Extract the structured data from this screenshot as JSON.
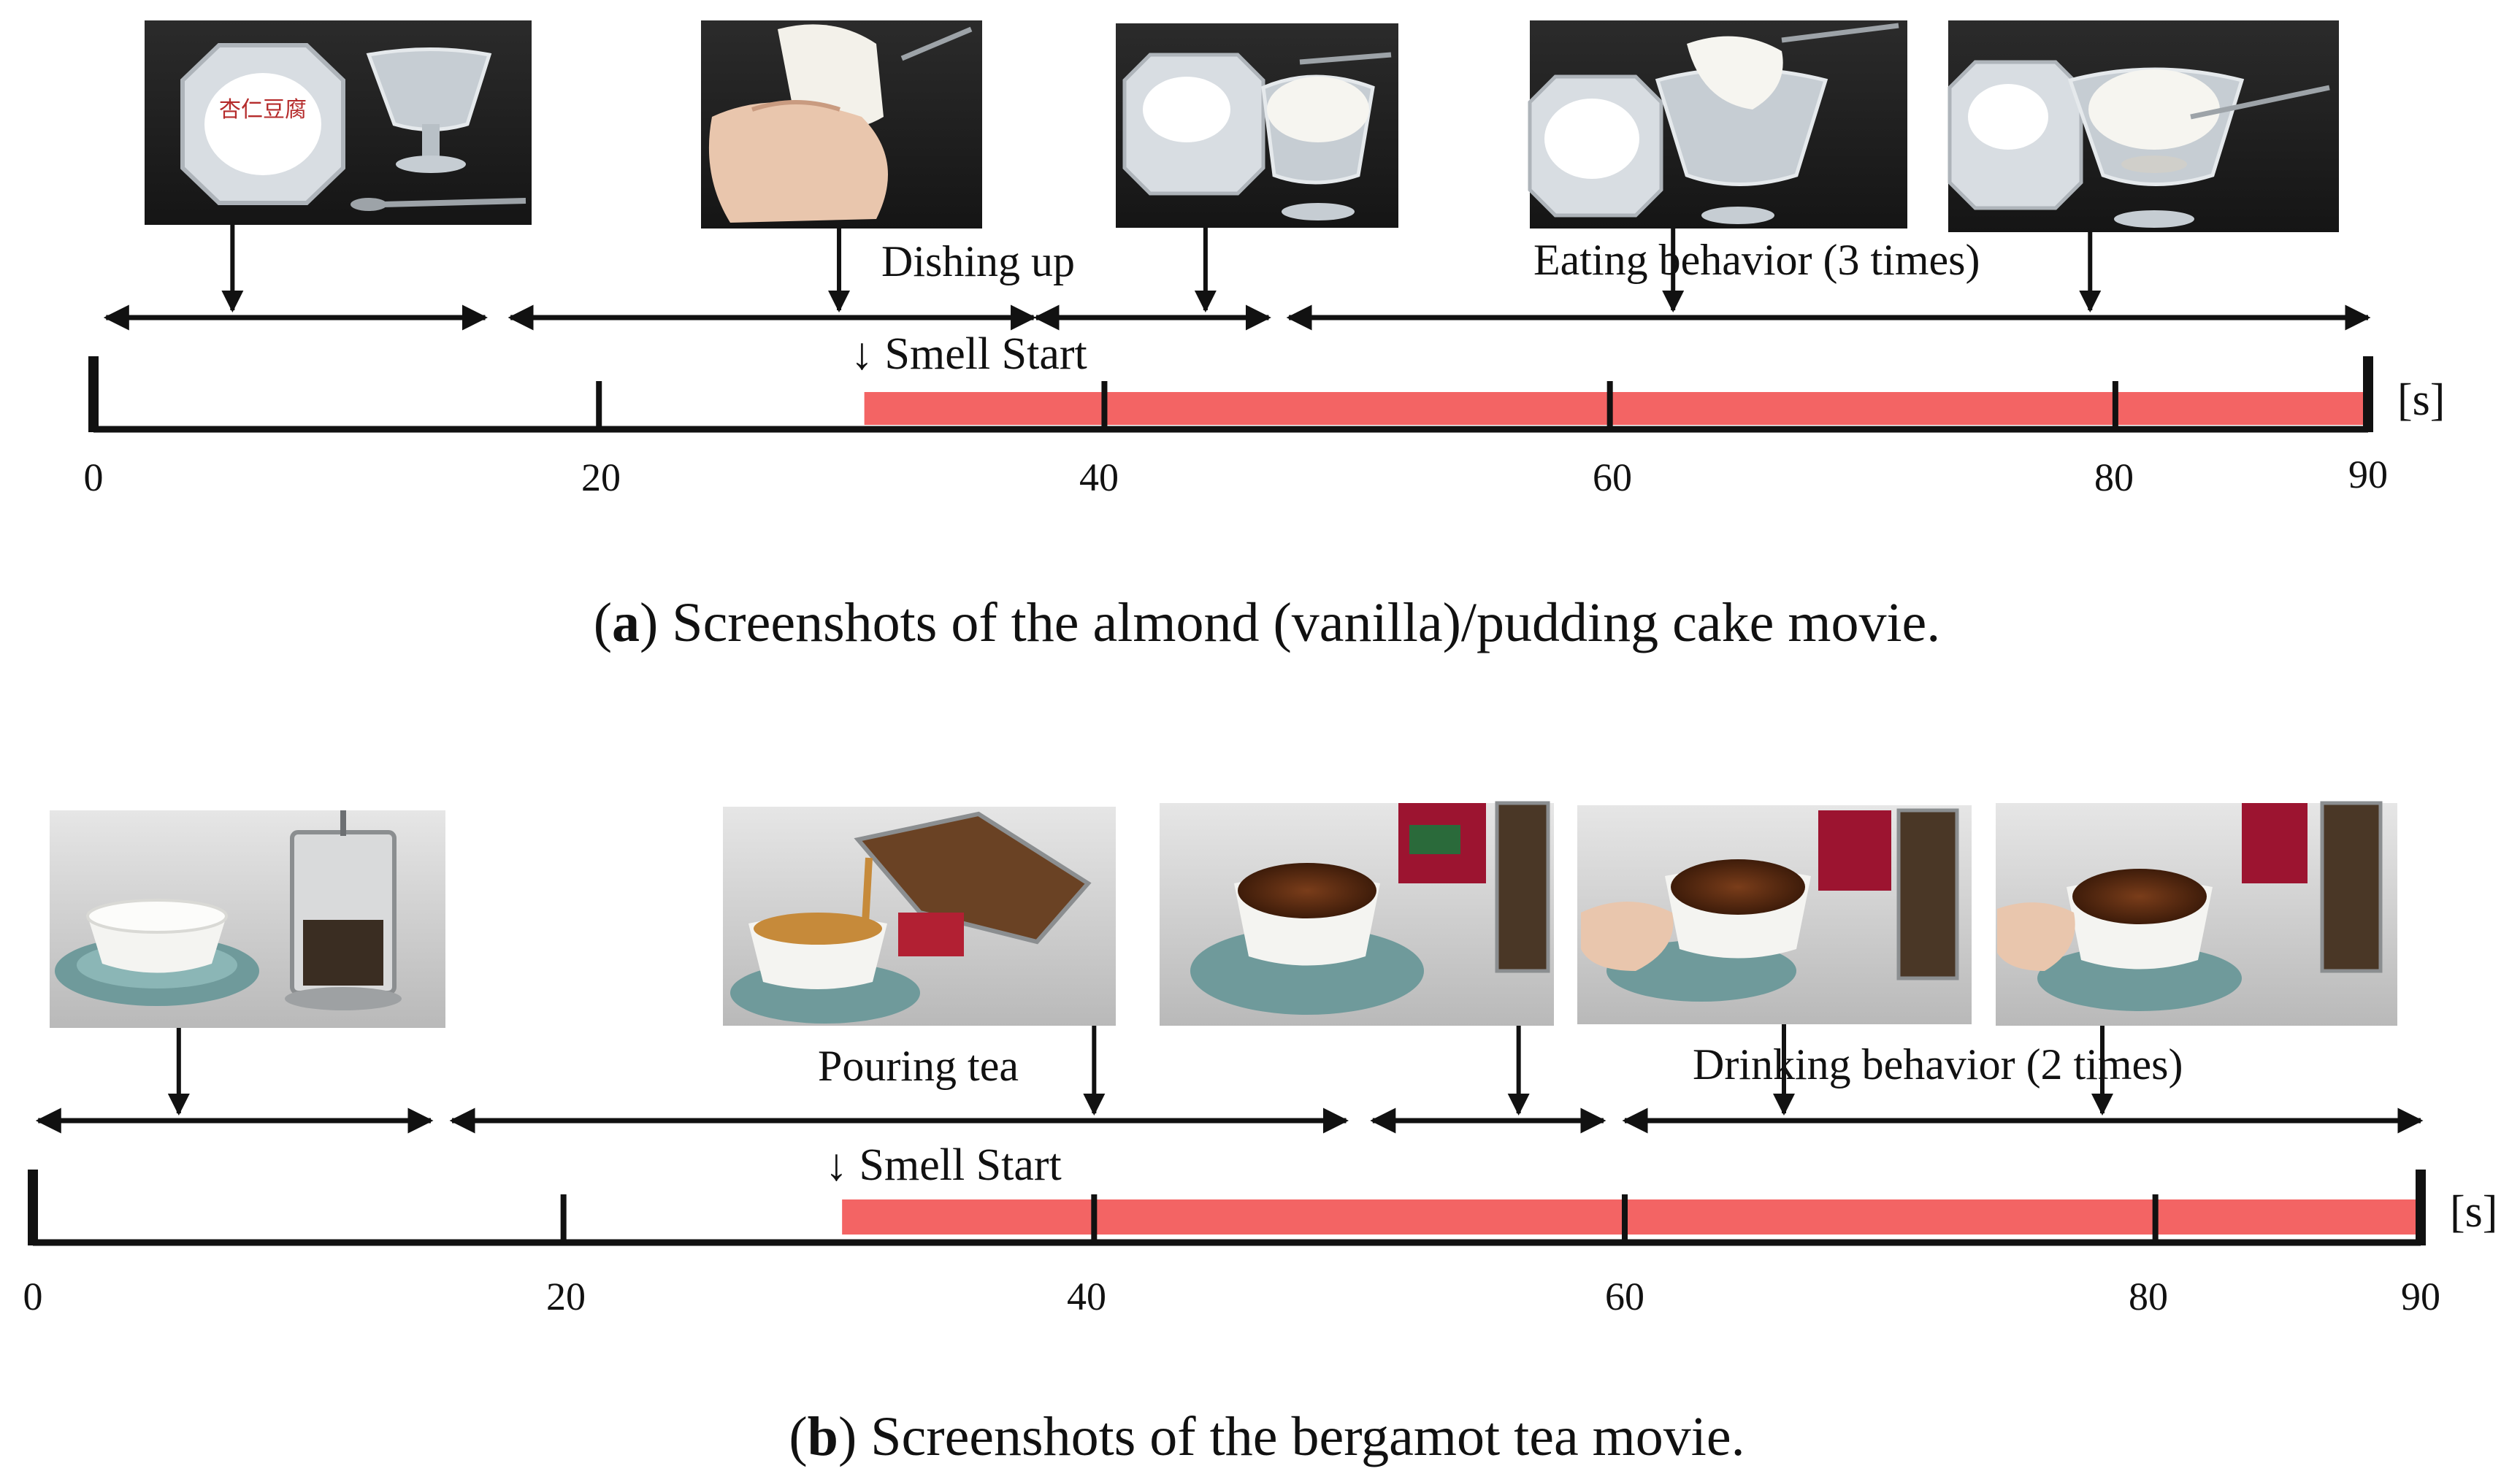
{
  "panel_a": {
    "phase_labels": {
      "dishing": "Dishing  up",
      "eating": "Eating  behavior (3 times)"
    },
    "smell_label": "↓ Smell Start",
    "unit": "[s]",
    "ticks": [
      "0",
      "20",
      "40",
      "60",
      "80",
      "90"
    ],
    "caption_prefix": "(",
    "caption_letter": "a",
    "caption_rest": ") Screenshots of the almond (vanilla)/pudding cake movie.",
    "smell_start_s": 30.5,
    "smell_end_s": 90,
    "images": [
      {
        "icon": "pudding-package-and-glass-bowl-icon",
        "time_s": 5.5
      },
      {
        "icon": "hand-dishing-pudding-icon",
        "time_s": 29.5
      },
      {
        "icon": "pudding-in-glass-bowl-icon",
        "time_s": 44
      },
      {
        "icon": "spoon-scooping-pudding-icon",
        "time_s": 62.5
      },
      {
        "icon": "spoon-scooping-pudding-icon",
        "time_s": 79
      }
    ],
    "phases_s": [
      [
        0.5,
        15.5
      ],
      [
        16.5,
        37.2
      ],
      [
        37.3,
        46.5
      ],
      [
        47.3,
        90
      ]
    ]
  },
  "panel_b": {
    "phase_labels": {
      "pouring": "Pouring tea",
      "drinking": "Drinking behavior  (2 times)"
    },
    "smell_label": "↓ Smell Start",
    "unit": "[s]",
    "ticks": [
      "0",
      "20",
      "40",
      "60",
      "80",
      "90"
    ],
    "caption_prefix": "(",
    "caption_letter": "b",
    "caption_rest": ") Screenshots of the bergamot tea movie.",
    "smell_start_s": 30.5,
    "smell_end_s": 90,
    "images": [
      {
        "icon": "teacup-and-french-press-icon",
        "time_s": 5.5
      },
      {
        "icon": "pouring-tea-icon",
        "time_s": 40
      },
      {
        "icon": "cup-of-tea-icon",
        "time_s": 56
      },
      {
        "icon": "hand-holding-teacup-icon",
        "time_s": 66
      },
      {
        "icon": "hand-holding-teacup-icon",
        "time_s": 78
      }
    ],
    "phases_s": [
      [
        0.2,
        15
      ],
      [
        15.8,
        49.5
      ],
      [
        50.5,
        59.2
      ],
      [
        60,
        90
      ]
    ]
  },
  "colors": {
    "smell_bar": "#f36464",
    "axis": "#111111"
  }
}
